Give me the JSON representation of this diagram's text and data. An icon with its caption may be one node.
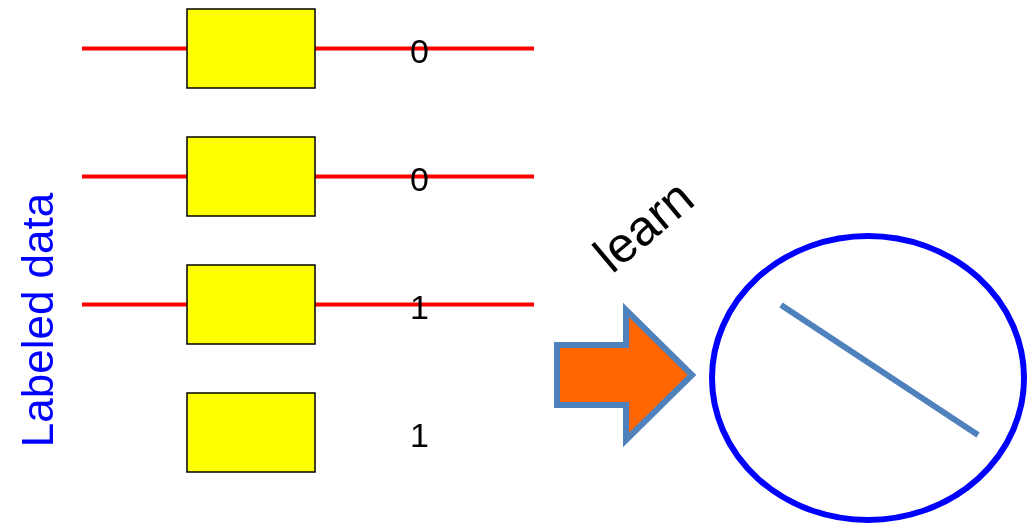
{
  "diagram": {
    "nodes": [
      {
        "text": [],
        "shape": "box",
        "beside": [
          "0"
        ]
      },
      {
        "text": [],
        "shape": "box",
        "beside": [
          "0"
        ]
      },
      {
        "text": [],
        "shape": "box",
        "beside": [
          "1"
        ]
      },
      {
        "text": [],
        "shape": "box",
        "beside": [
          "1"
        ]
      },
      {
        "text": [],
        "shape": "circle"
      }
    ],
    "edges": [
      {
        "from": null,
        "to": 4,
        "arrow": "to",
        "label": "learn",
        "style": "thick",
        "color": "#ff6600"
      }
    ],
    "labels": [
      "Labeled data"
    ]
  }
}
